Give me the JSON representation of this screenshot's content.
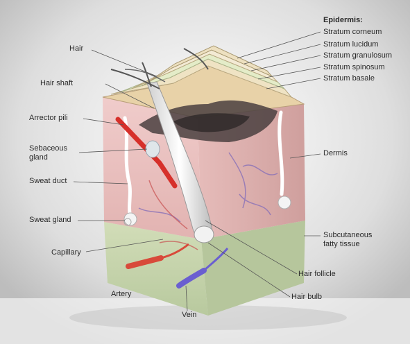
{
  "labels": {
    "epidermis_heading": "Epidermis:",
    "stratum_corneum": "Stratum corneum",
    "stratum_lucidum": "Stratum lucidum",
    "stratum_granulosum": "Stratum granulosum",
    "stratum_spinosum": "Stratum spinosum",
    "stratum_basale": "Stratum basale",
    "hair": "Hair",
    "hair_shaft": "Hair shaft",
    "arrector_pili": "Arrector pili",
    "sebaceous_gland": "Sebaceous gland",
    "sweat_duct": "Sweat duct",
    "sweat_gland": "Sweat gland",
    "capillary": "Capillary",
    "artery": "Artery",
    "vein": "Vein",
    "dermis": "Dermis",
    "subcutaneous_fatty_tissue": "Subcutaneous fatty tissue",
    "hair_follicle": "Hair follicle",
    "hair_bulb": "Hair bulb"
  },
  "colors": {
    "dermis_front": "#e8c2c0",
    "dermis_side": "#d9aaa8",
    "subcutaneous": "#c8d8b0",
    "epidermis_layers": "#efe3c4",
    "artery": "#d23a2a",
    "vein": "#6a5fd0",
    "leader_line": "#555555"
  }
}
